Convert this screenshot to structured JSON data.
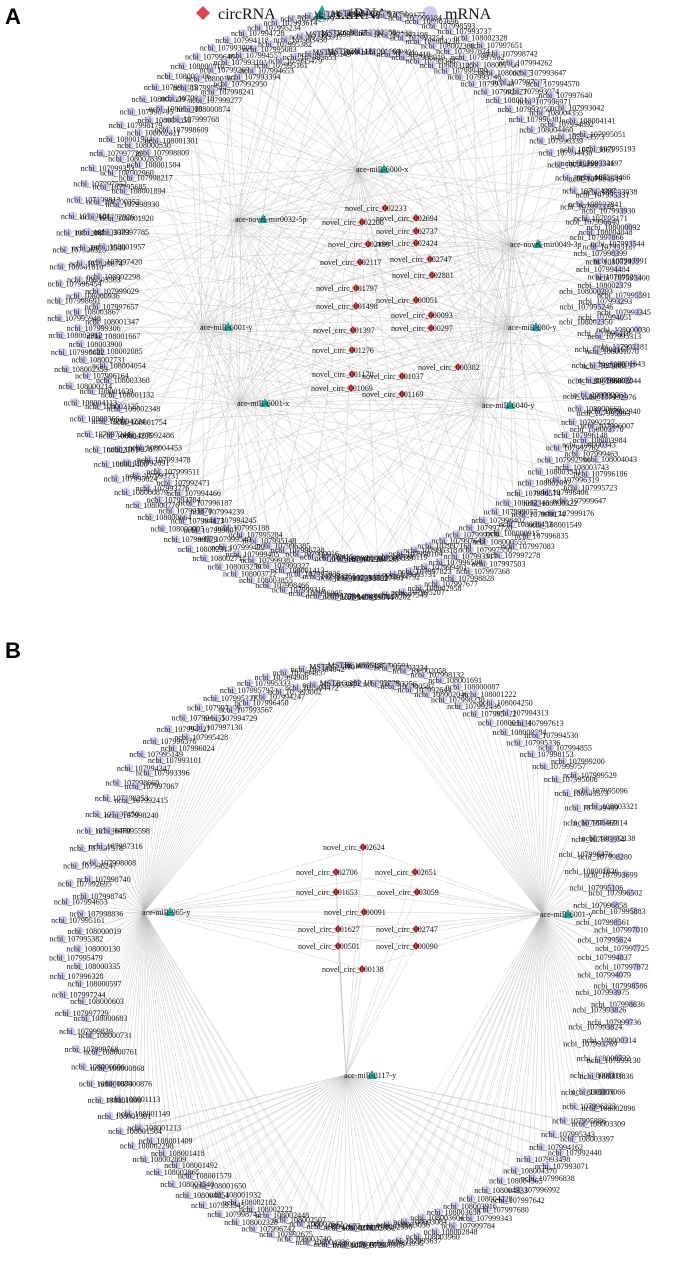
{
  "legend": {
    "items": [
      {
        "label": "circRNA",
        "shape": "diamond",
        "color": "#e0474c"
      },
      {
        "label": "miRNA",
        "shape": "triangle",
        "color": "#1fa8a0"
      },
      {
        "label": "mRNA",
        "shape": "circle",
        "color": "#c9c8f0"
      }
    ]
  },
  "panels": [
    {
      "letter": "A",
      "mirna": [
        "ace-miR-6000-x",
        "ace-novel-mir0032-5p",
        "ace-novel-mir0049-3p",
        "ace-miR-980-y",
        "ace-miR-6001-y",
        "ace-miR-6040-y",
        "ace-miR-6001-x"
      ],
      "circrna": [
        "novel_circ_002233",
        "novel_circ_002694",
        "novel_circ_002206",
        "novel_circ_002737",
        "novel_circ_002199",
        "novel_circ_002424",
        "novel_circ_002117",
        "novel_circ_002747",
        "novel_circ_002881",
        "novel_circ_001797",
        "novel_circ_000051",
        "novel_circ_001498",
        "novel_circ_000093",
        "novel_circ_001397",
        "novel_circ_000297",
        "novel_circ_001276",
        "novel_circ_000382",
        "novel_circ_001170",
        "novel_circ_001037",
        "novel_circ_001069",
        "novel_circ_001169"
      ],
      "mrna": [
        "ncbi_108003258",
        "ncbi_107992988",
        "ncbi_108001604",
        "ncbi_107993051",
        "ncbi_108000122",
        "ncbi_108000331",
        "ncbi_107999177",
        "ncbi_107993198",
        "ncbi_107999418",
        "ncbi_107999184",
        "ncbi_107993254",
        "ncbi_107998919",
        "ncbi_108003696",
        "ncbi_108004236",
        "ncbi_107993487",
        "ncbi_107998593",
        "ncbi_108002360",
        "ncbi_108003125",
        "ncbi_107993737",
        "ncbi_107997824",
        "ncbi_107999499",
        "ncbi_108002328",
        "ncbi_107997982",
        "ncbi_107993746",
        "ncbi_107997651",
        "ncbi_108001786",
        "ncbi_107993740",
        "ncbi_107998742",
        "ncbi_108002675",
        "ncbi_107992577",
        "ncbi_107994262",
        "ncbi_107997287",
        "ncbi_108001387",
        "ncbi_107993647",
        "ncbi_107993074",
        "ncbi_107993850",
        "ncbi_107994570",
        "ncbi_107996971",
        "ncbi_107996481",
        "ncbi_107997640",
        "ncbi_108004355",
        "ncbi_108004460",
        "ncbi_107993042",
        "ncbi_107994892",
        "ncbi_107996339",
        "ncbi_108004141",
        "ncbi_107993573",
        "ncbi_107994430",
        "ncbi_107995051",
        "ncbi_107993065",
        "ncbi_107994935",
        "ncbi_107995193",
        "ncbi_108004197",
        "ncbi_108004464",
        "ncbi_107993336",
        "ncbi_107999466",
        "ncbi_107994997",
        "ncbi_107994649",
        "ncbi_108003038",
        "ncbi_108002841",
        "ncbi_107995331",
        "ncbi_107997378",
        "ncbi_107995171",
        "ncbi_107993930",
        "ncbi_107996640",
        "ncbi_108004048",
        "ncbi_108000092",
        "ncbi_107997866",
        "ncbi_107995187",
        "ncbi_107993544",
        "ncbi_107998399",
        "ncbi_108002492",
        "ncbi_107993991",
        "ncbi_107994484",
        "ncbi_107995202",
        "ncbi_107993400",
        "ncbi_108002379",
        "ncbi_108000293",
        "ncbi_107995591",
        "ncbi_107993293",
        "ncbi_107995246",
        "ncbi_107993345",
        "ncbi_107994051",
        "ncbi_108002350",
        "ncbi_108000030",
        "ncbi_107995118",
        "ncbi_107995313",
        "ncbi_107993181",
        "ncbi_108002167",
        "ncbi_108001070",
        "ncbi_108001643",
        "ncbi_107995865",
        "ncbi_107993137",
        "ncbi_108002044",
        "ncbi_108001666",
        "ncbi_107993892",
        "ncbi_107992976",
        "ncbi_108001551",
        "ncbi_108002061",
        "ncbi_107995993",
        "ncbi_107992940",
        "ncbi_108000660",
        "ncbi_108003770",
        "ncbi_107996007",
        "ncbi_107992727",
        "ncbi_108000343",
        "ncbi_108003984",
        "ncbi_107996148",
        "ncbi_108004043",
        "ncbi_107999463",
        "ncbi_107992762",
        "ncbi_107996186",
        "ncbi_108003743",
        "ncbi_107992996",
        "ncbi_107995723",
        "ncbi_107996319",
        "ncbi_108003541",
        "ncbi_107999647",
        "ncbi_107996406",
        "ncbi_108002092",
        "ncbi_107999176",
        "ncbi_108000322",
        "ncbi_107996574",
        "ncbi_108001549",
        "ncbi_107999174",
        "ncbi_108002346",
        "ncbi_107996835",
        "ncbi_108001453",
        "ncbi_107999057",
        "ncbi_107997083",
        "ncbi_108000915",
        "ncbi_107998402",
        "ncbi_107997278",
        "ncbi_108000555",
        "ncbi_107997720",
        "ncbi_107997503",
        "ncbi_107997550",
        "ncbi_107999209",
        "ncbi_107997368",
        "ncbi_107993517",
        "ncbi_107997643",
        "ncbi_107998828",
        "ncbi_107996580",
        "ncbi_107997168",
        "ncbi_107997677",
        "ncbi_107999461",
        "ncbi_107996318",
        "ncbi_108002958",
        "ncbi_107997823",
        "ncbi_107998104",
        "ncbi_107995207",
        "ncbi_108003731",
        "ncbi_107998119",
        "ncbi_107997549",
        "ncbi_107994792",
        "ncbi_107999039",
        "ncbi_107998202",
        "ncbi_107997401",
        "ncbi_107994538",
        "ncbi_107999044",
        "ncbi_107998802",
        "ncbi_107997226",
        "ncbi_107994043",
        "ncbi_107999225",
        "ncbi_107999090",
        "ncbi_107997084",
        "ncbi_107993255",
        "ncbi_107999415",
        "ncbi_107996095",
        "ncbi_107997036",
        "ncbi_107999916",
        "ncbi_107999316",
        "ncbi_108001413",
        "ncbi_107996738",
        "ncbi_107998466",
        "ncbi_107999327",
        "ncbi_107996385",
        "ncbi_108003855",
        "ncbi_107999383",
        "ncbi_107995148",
        "ncbi_108003722",
        "ncbi_107999405",
        "ncbi_107995284",
        "ncbi_108003259",
        "ncbi_107999422",
        "ncbi_107995188",
        "ncbi_108002711",
        "ncbi_107999540",
        "ncbi_107994245",
        "ncbi_108002313",
        "ncbi_107999607",
        "ncbi_107994239",
        "ncbi_107999779",
        "ncbi_107994173",
        "ncbi_107996187",
        "ncbi_108000005",
        "ncbi_107993870",
        "ncbi_107994466",
        "ncbi_108000664",
        "ncbi_107993784",
        "ncbi_107992471",
        "ncbi_108000776",
        "ncbi_107993776",
        "ncbi_107999511",
        "ncbi_108000879",
        "ncbi_107993731",
        "ncbi_107993478",
        "ncbi_107995824",
        "ncbi_107992891",
        "ncbi_108004453",
        "ncbi_108001406",
        "ncbi_107997877",
        "ncbi_107992486",
        "ncbi_108002181",
        "ncbi_108004296",
        "ncbi_108001754",
        "ncbi_107997244",
        "ncbi_108004224",
        "ncbi_108002348",
        "ncbi_108003664",
        "ncbi_108002125",
        "ncbi_108001132",
        "ncbi_108004113",
        "ncbi_108001639",
        "ncbi_108003368",
        "ncbi_108000214",
        "ncbi_107996164",
        "ncbi_108004054",
        "ncbi_108002353",
        "ncbi_108002731",
        "ncbi_108002085",
        "ncbi_107995622",
        "ncbi_108003900",
        "ncbi_108001667",
        "ncbi_108002912",
        "ncbi_107999306",
        "ncbi_108001347",
        "ncbi_107995948",
        "ncbi_108003867",
        "ncbi_107997657",
        "ncbi_107998691",
        "ncbi_108000936",
        "ncbi_107999029",
        "ncbi_107996454",
        "ncbi_108003563",
        "ncbi_108002298",
        "ncbi_108001010",
        "ncbi_107999874",
        "ncbi_107997420",
        "ncbi_107996328",
        "ncbi_108003540",
        "ncbi_108001957",
        "ncbi_108000831",
        "ncbi_108003383",
        "ncbi_107997785",
        "ncbi_107996810",
        "ncbi_108002926",
        "ncbi_108001920",
        "ncbi_107999813",
        "ncbi_108000352",
        "ncbi_107998930",
        "ncbi_107997552",
        "ncbi_107995685",
        "ncbi_108001894",
        "ncbi_107999353",
        "ncbi_108002960",
        "ncbi_107998217",
        "ncbi_107997729",
        "ncbi_108002839",
        "ncbi_108001504",
        "ncbi_108001904",
        "ncbi_108000530",
        "ncbi_107998809",
        "ncbi_107998179",
        "ncbi_108002811",
        "ncbi_108001301",
        "ncbi_107998795",
        "ncbi_108000856",
        "ncbi_107998609",
        "ncbi_108002809",
        "ncbi_108001008",
        "ncbi_107999768",
        "ncbi_107999385",
        "ncbi_107998718",
        "ncbi_108000874",
        "ncbi_108000606",
        "ncbi_107999544",
        "ncbi_107999277",
        "ncbi_108000010",
        "ncbi_108001631",
        "ncbi_107998241",
        "ncbi_107996404",
        "ncbi_107992695",
        "ncbi_107992950",
        "ncbi_107993000",
        "ncbi_107993101",
        "ncbi_107993394",
        "ncbi_107994118",
        "ncbi_107994557",
        "ncbi_107994653",
        "ncbi_107994728",
        "ncbi_107995083",
        "ncbi_107995161",
        "ncbi_107995234",
        "ncbi_107995382",
        "ncbi_107995479",
        "ncbi_107993614",
        "ncbi_107993430",
        "ncbi_107993653",
        "ncbi_107992979",
        "ncbi_107993917",
        "ncbi_107995149",
        "ncbi_107992992"
      ],
      "mstrg": [
        "MSTRG.5693",
        "MSTRG.2549",
        "MSTRG.5498",
        "MSTRG.9367",
        "MSTRG.11121",
        "MSTRG.3486"
      ]
    },
    {
      "letter": "B",
      "mirna": [
        "ace-miR-965-y",
        "ace-miR-6001-y",
        "ace-miR-8117-y"
      ],
      "circrna": [
        "novel_circ_002624",
        "novel_circ_002706",
        "novel_circ_002651",
        "novel_circ_001653",
        "novel_circ_003059",
        "novel_circ_000091",
        "novel_circ_001627",
        "novel_circ_002747",
        "novel_circ_000501",
        "novel_circ_000090",
        "novel_circ_000138"
      ],
      "mrna": [
        "ncbi_107998804",
        "ncbi_107995928",
        "ncbi_107999591",
        "ncbi_107993256",
        "ncbi_107993234",
        "ncbi_108000587",
        "ncbi_108002058",
        "ncbi_107992644",
        "ncbi_107998132",
        "ncbi_108002046",
        "ncbi_108001691",
        "ncbi_107998238",
        "ncbi_108000087",
        "ncbi_107992436",
        "ncbi_108001222",
        "ncbi_107995672",
        "ncbi_108004250",
        "ncbi_108001834",
        "ncbi_107994313",
        "ncbi_108000984",
        "ncbi_107997613",
        "ncbi_107995336",
        "ncbi_107994530",
        "ncbi_107998153",
        "ncbi_107994855",
        "ncbi_107999757",
        "ncbi_107999200",
        "ncbi_107995006",
        "ncbi_107999529",
        "ncbi_108003573",
        "ncbi_107995096",
        "ncbi_107999489",
        "ncbi_108003321",
        "ncbi_107992814",
        "ncbi_107998469",
        "ncbi_108002138",
        "ncbi_107993954",
        "ncbi_107996476",
        "ncbi_107998280",
        "ncbi_108001636",
        "ncbi_107993699",
        "ncbi_107995106",
        "ncbi_107996502",
        "ncbi_107996858",
        "ncbi_107995883",
        "ncbi_107998561",
        "ncbi_107997010",
        "ncbi_107995624",
        "ncbi_107997725",
        "ncbi_107994837",
        "ncbi_107997872",
        "ncbi_107994079",
        "ncbi_107998586",
        "ncbi_107993975",
        "ncbi_107998636",
        "ncbi_107993826",
        "ncbi_107999736",
        "ncbi_107993824",
        "ncbi_108000314",
        "ncbi_107993769",
        "ncbi_108000732",
        "ncbi_107993130",
        "ncbi_108001116",
        "ncbi_108003836",
        "ncbi_108002876",
        "ncbi_108003066",
        "ncbi_108002896",
        "ncbi_107996223",
        "ncbi_108003309",
        "ncbi_107995886",
        "ncbi_108003397",
        "ncbi_107995343",
        "ncbi_107992440",
        "ncbi_107994162",
        "ncbi_107993071",
        "ncbi_107993498",
        "ncbi_107996838",
        "ncbi_108004370",
        "ncbi_107996992",
        "ncbi_108004365",
        "ncbi_107997642",
        "ncbi_108004333",
        "ncbi_107997680",
        "ncbi_108004228",
        "ncbi_107999343",
        "ncbi_108003916",
        "ncbi_107999784",
        "ncbi_108003658",
        "ncbi_108002848",
        "ncbi_108003604",
        "ncbi_108003960",
        "ncbi_108003084",
        "ncbi_107993637",
        "ncbi_108003036",
        "ncbi_107993996",
        "ncbi_108002990",
        "ncbi_107998985",
        "ncbi_108002852",
        "ncbi_107995723",
        "ncbi_108002787",
        "ncbi_108000170",
        "ncbi_108002677",
        "ncbi_108004236",
        "ncbi_108002642",
        "ncbi_108003740",
        "ncbi_108002507",
        "ncbi_107992675",
        "ncbi_108002448",
        "ncbi_107996742",
        "ncbi_108002222",
        "ncbi_108002328",
        "ncbi_108002182",
        "ncbi_107998742",
        "ncbi_108001932",
        "ncbi_107993345",
        "ncbi_108001650",
        "ncbi_108004054",
        "ncbi_108001579",
        "ncbi_108003540",
        "ncbi_108001492",
        "ncbi_108002865",
        "ncbi_108001418",
        "ncbi_108002809",
        "ncbi_108001409",
        "ncbi_108002298",
        "ncbi_108001213",
        "ncbi_108001504",
        "ncbi_108001149",
        "ncbi_108001301",
        "ncbi_108001113",
        "ncbi_108001008",
        "ncbi_108000876",
        "ncbi_108000874",
        "ncbi_108000868",
        "ncbi_108000606",
        "ncbi_108000761",
        "ncbi_107999768",
        "ncbi_108000731",
        "ncbi_107999839",
        "ncbi_108000683",
        "ncbi_107997729",
        "ncbi_108000603",
        "ncbi_107997244",
        "ncbi_108000597",
        "ncbi_107996328",
        "ncbi_108000335",
        "ncbi_107995479",
        "ncbi_108000130",
        "ncbi_107995382",
        "ncbi_108000019",
        "ncbi_107995161",
        "ncbi_107998836",
        "ncbi_107994653",
        "ncbi_107998745",
        "ncbi_107992695",
        "ncbi_107998740",
        "ncbi_107998247",
        "ncbi_107998008",
        "ncbi_107997578",
        "ncbi_107997316",
        "ncbi_107996460",
        "ncbi_107995598",
        "ncbi_107997450",
        "ncbi_107998240",
        "ncbi_107998253",
        "ncbi_107992415",
        "ncbi_107998660",
        "ncbi_107997067",
        "ncbi_107994347",
        "ncbi_107993396",
        "ncbi_107995149",
        "ncbi_107993101",
        "ncbi_107996576",
        "ncbi_107996024",
        "ncbi_107994827",
        "ncbi_107995428",
        "ncbi_107994455",
        "ncbi_107997130",
        "ncbi_107997109",
        "ncbi_107994729",
        "ncbi_107995327",
        "ncbi_107993567",
        "ncbi_107995797",
        "ncbi_107996450",
        "ncbi_107995333",
        "ncbi_107994247",
        "ncbi_107994908",
        "ncbi_107993002",
        "ncbi_107994857",
        "ncbi_107994472",
        "ncbi_107994042",
        "ncbi_107995591"
      ],
      "mstrg": [
        "MSTRG.6810",
        "MSTRG.382",
        "MSTRG.4666"
      ]
    }
  ]
}
